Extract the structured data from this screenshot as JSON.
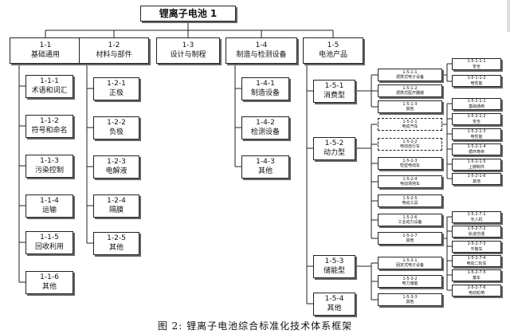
{
  "root": {
    "label": "锂离子电池 1"
  },
  "level1": [
    {
      "code": "1-1",
      "label": "基础通用"
    },
    {
      "code": "1-2",
      "label": "材料与部件"
    },
    {
      "code": "1-3",
      "label": "设计与制程"
    },
    {
      "code": "1-4",
      "label": "制造与检测设备"
    },
    {
      "code": "1-5",
      "label": "电池产品"
    }
  ],
  "col1": [
    {
      "code": "1-1-1",
      "label": "术语和词汇"
    },
    {
      "code": "1-1-2",
      "label": "符号和命名"
    },
    {
      "code": "1-1-3",
      "label": "污染控制"
    },
    {
      "code": "1-1-4",
      "label": "运输"
    },
    {
      "code": "1-1-5",
      "label": "回收利用"
    },
    {
      "code": "1-1-6",
      "label": "其他"
    }
  ],
  "col2": [
    {
      "code": "1-2-1",
      "label": "正极"
    },
    {
      "code": "1-2-2",
      "label": "负极"
    },
    {
      "code": "1-2-3",
      "label": "电解液"
    },
    {
      "code": "1-2-4",
      "label": "隔膜"
    },
    {
      "code": "1-2-5",
      "label": "其他"
    }
  ],
  "col4": [
    {
      "code": "1-4-1",
      "label": "制造设备"
    },
    {
      "code": "1-4-2",
      "label": "检测设备"
    },
    {
      "code": "1-4-3",
      "label": "其他"
    }
  ],
  "col5": [
    {
      "code": "1-5-1",
      "label": "消费型"
    },
    {
      "code": "1-5-2",
      "label": "动力型"
    },
    {
      "code": "1-5-3",
      "label": "储能型"
    },
    {
      "code": "1-5-4",
      "label": "其他"
    }
  ],
  "sub1": [
    {
      "code": "1-5-1-1",
      "label": "便携式电子设备"
    },
    {
      "code": "1-5-1-2",
      "label": "便携式医疗器械"
    },
    {
      "code": "1-5-1-3",
      "label": "其他"
    }
  ],
  "sub2": [
    {
      "code": "1-5-2-1",
      "label": "电动汽车"
    },
    {
      "code": "1-5-2-2",
      "label": "电动自行车"
    },
    {
      "code": "1-5-2-3",
      "label": "轻型电动车"
    },
    {
      "code": "1-5-2-4",
      "label": "电动场地车"
    },
    {
      "code": "1-5-2-5",
      "label": "电动工具"
    },
    {
      "code": "1-5-2-6",
      "label": "工业动力设备"
    },
    {
      "code": "1-5-2-7",
      "label": "其他"
    }
  ],
  "sub3": [
    {
      "code": "1-5-3-1",
      "label": "固定式电子设备"
    },
    {
      "code": "1-5-3-2",
      "label": "电力储能"
    },
    {
      "code": "1-5-3-3",
      "label": "其他"
    }
  ],
  "leafA": [
    {
      "code": "1-5-1-1-1",
      "label": "安全"
    },
    {
      "code": "1-5-1-1-2",
      "label": "电性能"
    }
  ],
  "leafB": [
    {
      "code": "1-5-2-1-1",
      "label": "基础通用"
    },
    {
      "code": "1-5-2-1-2",
      "label": "安全"
    },
    {
      "code": "1-5-2-1-3",
      "label": "电性能"
    },
    {
      "code": "1-5-2-1-4",
      "label": "循环寿命"
    },
    {
      "code": "1-5-2-1-5",
      "label": "上牌制件"
    },
    {
      "code": "1-5-2-1-6",
      "label": "其他"
    }
  ],
  "leafC": [
    {
      "code": "1-5-2-7-1",
      "label": "无人机"
    },
    {
      "code": "1-5-2-7-2",
      "label": "轨道交通"
    },
    {
      "code": "1-5-2-7-3",
      "label": "平衡车"
    },
    {
      "code": "1-5-2-7-4",
      "label": "电动二轮车"
    },
    {
      "code": "1-5-2-7-5",
      "label": "童车"
    },
    {
      "code": "1-5-2-7-6",
      "label": "电动轮椅"
    }
  ],
  "caption": "图 2: 锂离子电池综合标准化技术体系框架",
  "colors": {
    "line": "#222222",
    "border": "#222222",
    "shadow": "#666666",
    "background": "#ffffff"
  }
}
